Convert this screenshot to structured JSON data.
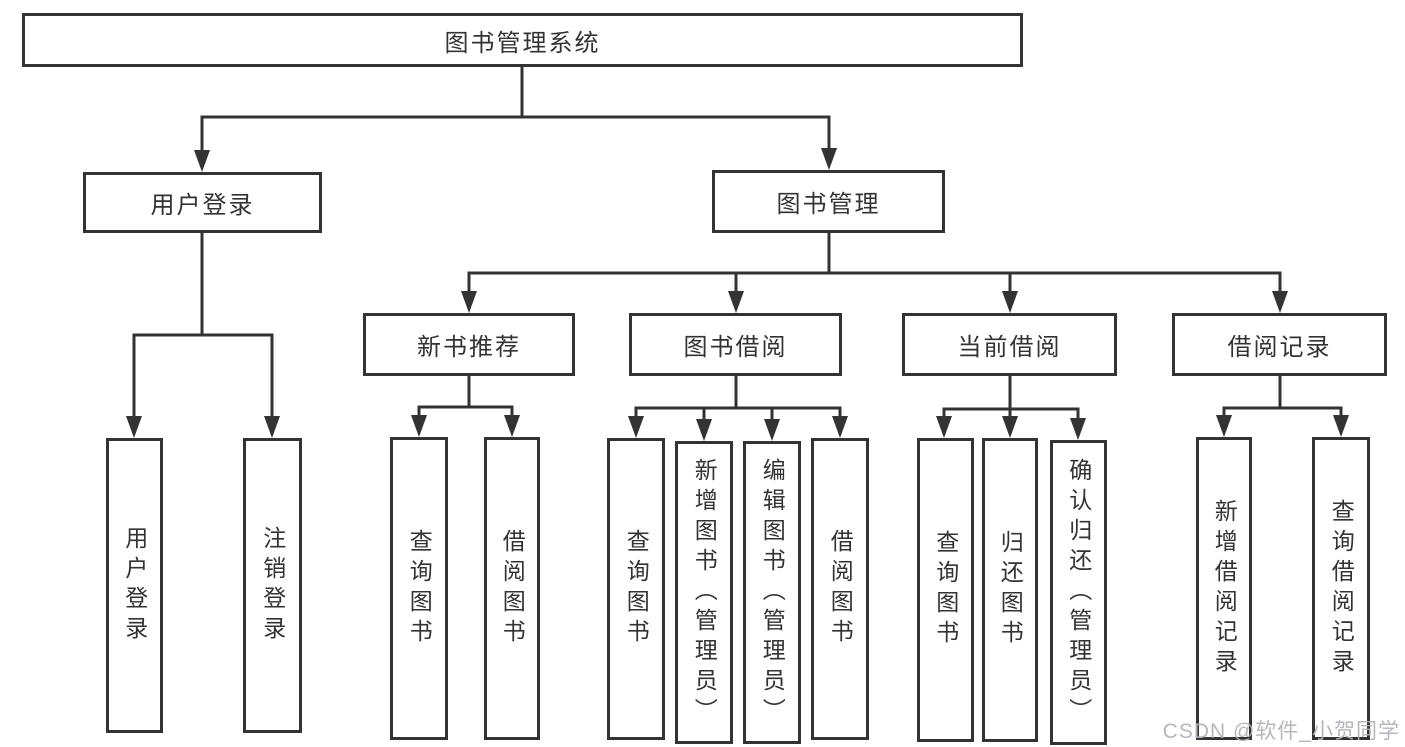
{
  "tree": {
    "root": "图书管理系统",
    "branches": [
      {
        "label": "用户登录",
        "children": [
          "用户登录",
          "注销登录"
        ]
      },
      {
        "label": "图书管理",
        "groups": [
          {
            "label": "新书推荐",
            "children": [
              "查询图书",
              "借阅图书"
            ]
          },
          {
            "label": "图书借阅",
            "children": [
              "查询图书",
              "新增图书（管理员）",
              "编辑图书（管理员）",
              "借阅图书"
            ]
          },
          {
            "label": "当前借阅",
            "children": [
              "查询图书",
              "归还图书",
              "确认归还（管理员）"
            ]
          },
          {
            "label": "借阅记录",
            "children": [
              "新增借阅记录",
              "查询借阅记录"
            ]
          }
        ]
      }
    ]
  },
  "watermark": "CSDN @软件_小贺同学",
  "colors": {
    "line": "#333333",
    "text": "#333333",
    "box_background": "#ffffff",
    "watermark": "#b2b2b9",
    "background": "#ffffff"
  }
}
